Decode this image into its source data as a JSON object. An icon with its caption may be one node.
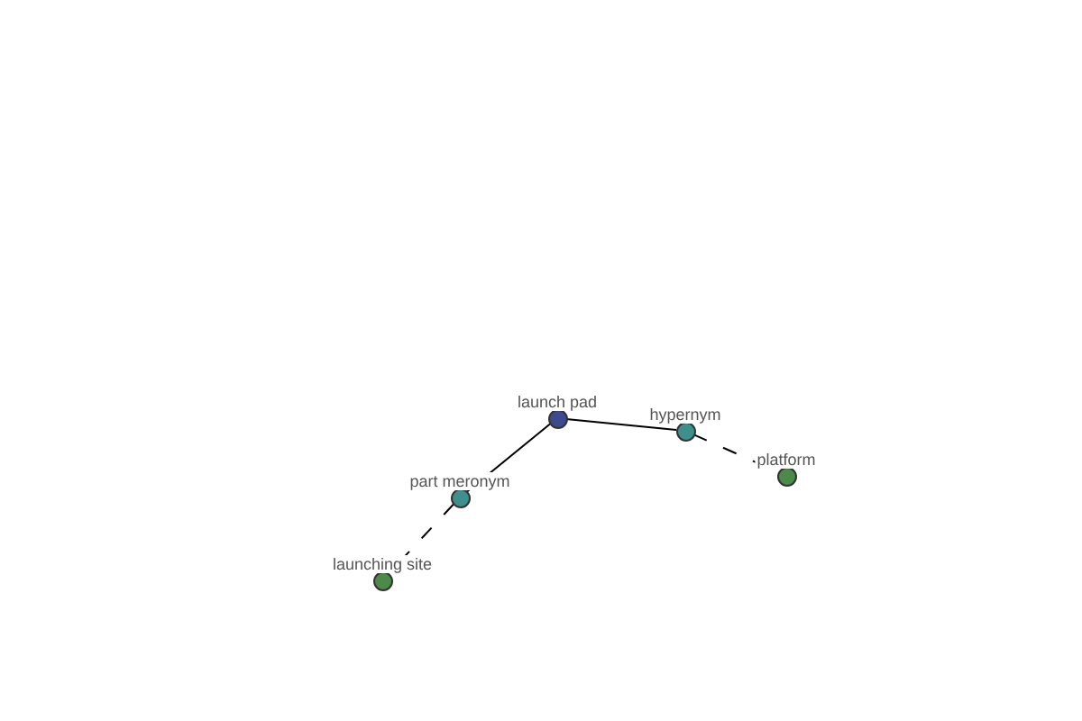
{
  "diagram": {
    "nodes": [
      {
        "text": [
          "launch pad"
        ]
      },
      {
        "text": [
          "hypernym"
        ]
      },
      {
        "text": [
          "platform"
        ]
      },
      {
        "text": [
          "part meronym"
        ]
      },
      {
        "text": [
          "launching site"
        ]
      }
    ],
    "edges": [
      {
        "from": 0,
        "to": 1,
        "arrow": "none"
      },
      {
        "from": 1,
        "to": 2,
        "arrow": "none",
        "style": "dashed"
      },
      {
        "from": 0,
        "to": 3,
        "arrow": "none"
      },
      {
        "from": 3,
        "to": 4,
        "arrow": "none",
        "style": "dashed"
      }
    ]
  }
}
